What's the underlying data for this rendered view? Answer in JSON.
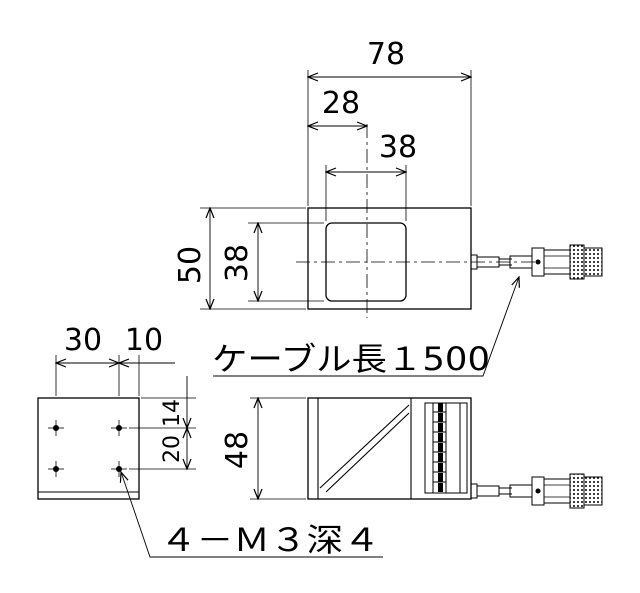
{
  "top_view": {
    "dim_overall_width": "78",
    "dim_left_offset": "28",
    "dim_window_width": "38",
    "dim_overall_height": "50",
    "dim_window_height": "38",
    "cable_note": "ケーブル長１500"
  },
  "side_view": {
    "dim_height": "48"
  },
  "end_view": {
    "dim_hole_x1": "30",
    "dim_hole_x2": "10",
    "dim_hole_y1": "14",
    "dim_hole_y2": "20",
    "hole_note": "４－Ｍ３深４"
  }
}
